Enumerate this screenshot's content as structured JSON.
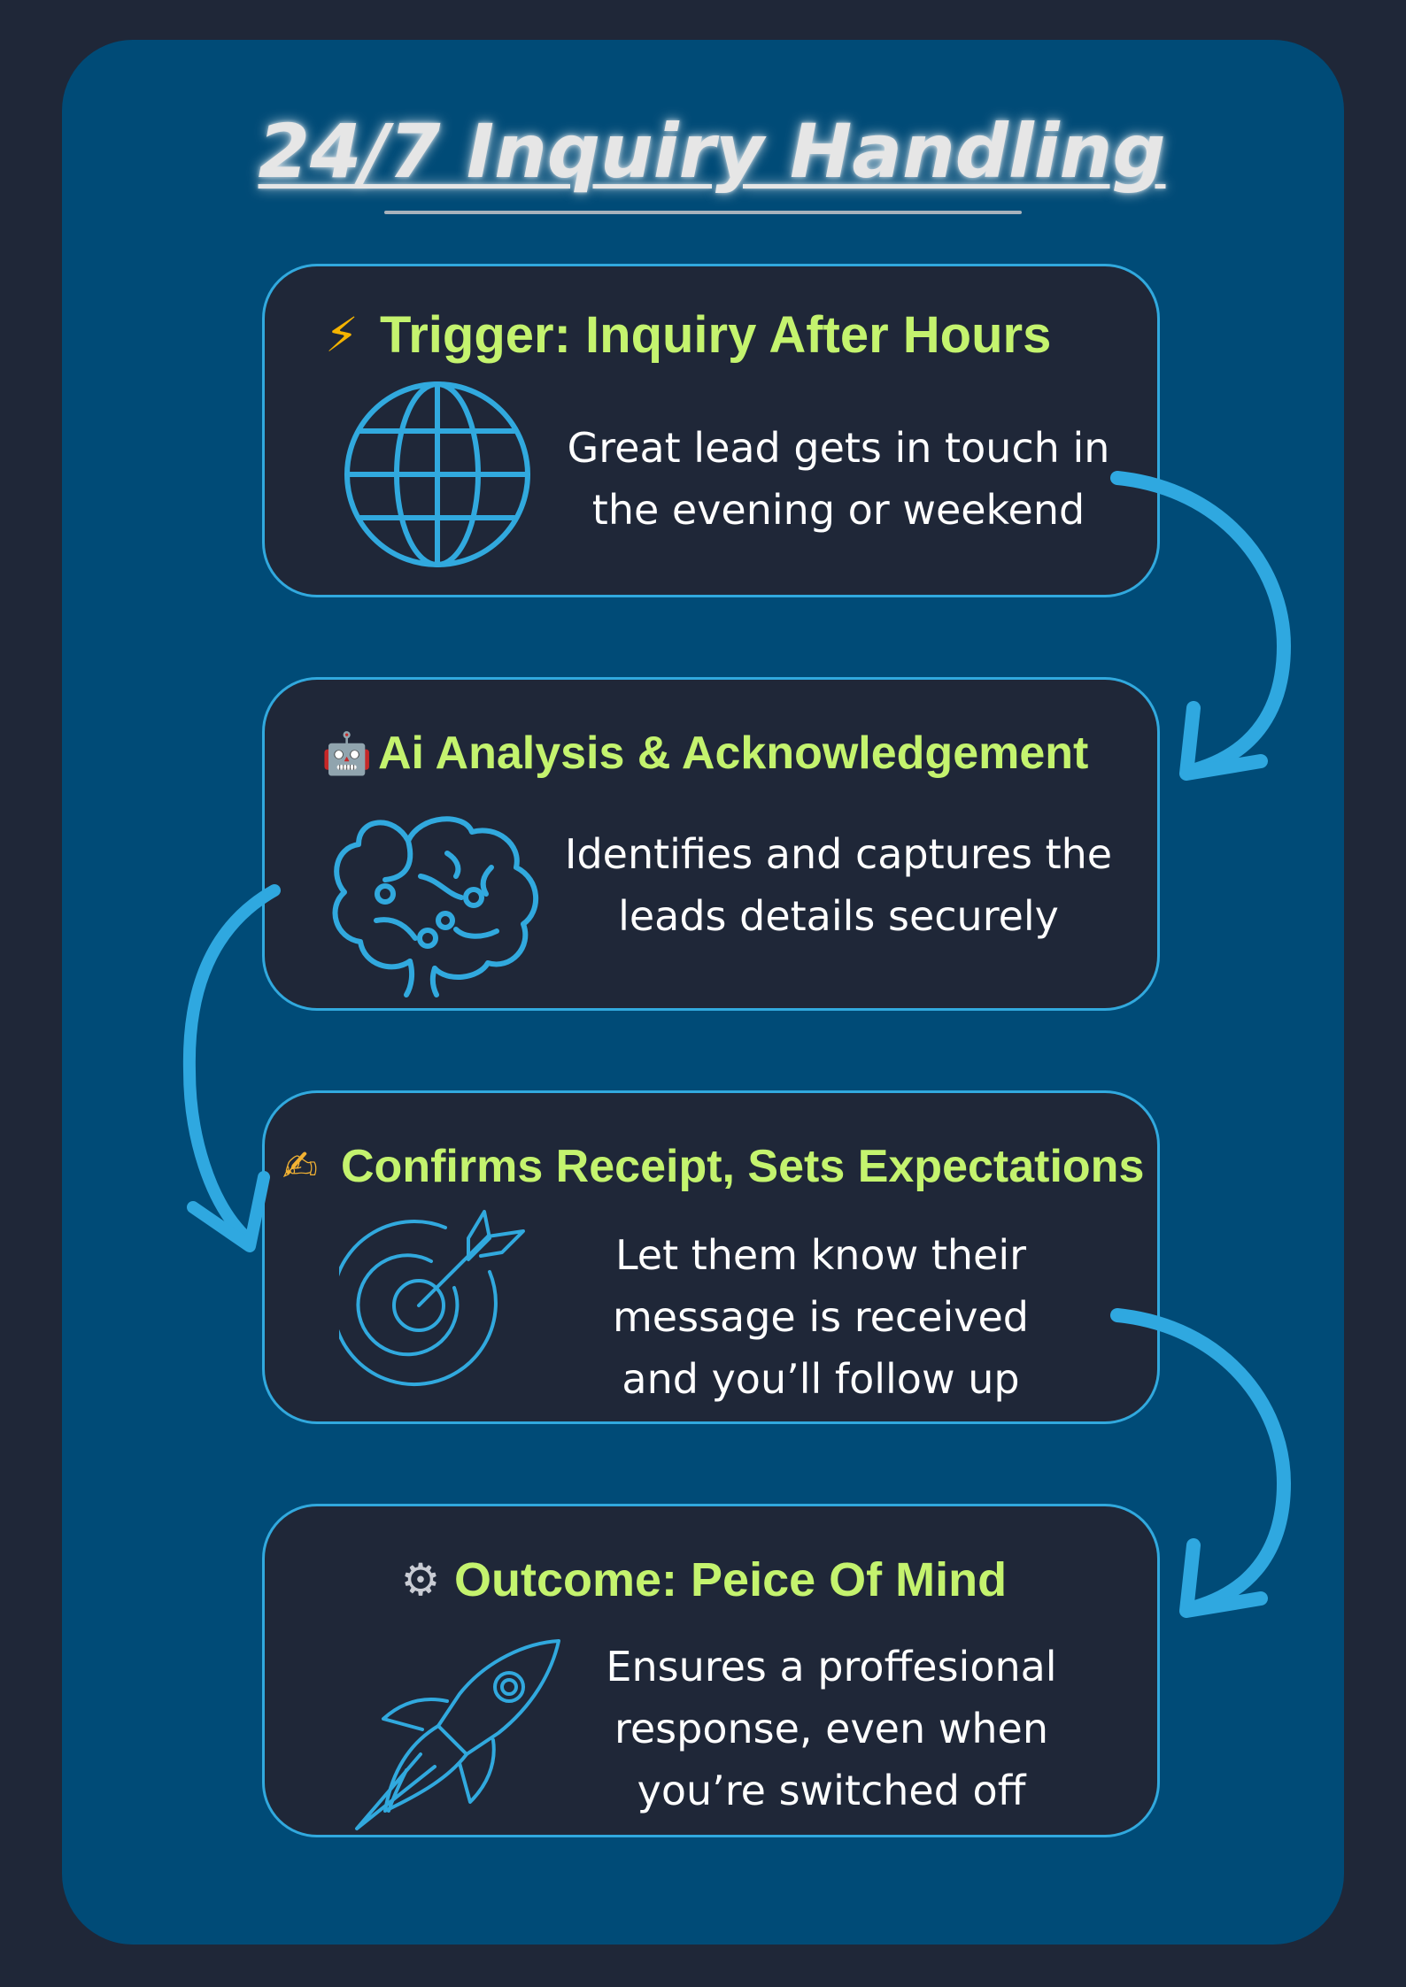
{
  "title": "24/7 Inquiry Handling",
  "colors": {
    "background": "#1f2738",
    "panel": "#004b77",
    "card_background": "#1f2738",
    "card_border": "#31a9de",
    "heading_green": "#c4f36e",
    "icon_blue": "#31a9de",
    "arrow_blue": "#2fa8e0",
    "body_text": "#ffffff",
    "title_text": "#e6e6e6"
  },
  "steps": [
    {
      "emoji": "⚡",
      "heading": "Trigger: Inquiry After Hours",
      "icon": "globe-icon",
      "lines": [
        "Great lead gets in touch in",
        "the evening or weekend"
      ]
    },
    {
      "emoji": "🤖",
      "heading": "Ai Analysis & Acknowledgement",
      "icon": "brain-icon",
      "lines": [
        "Identifies and captures the",
        "leads details securely"
      ]
    },
    {
      "emoji": "✍",
      "heading": "Confirms Receipt, Sets Expectations",
      "icon": "target-icon",
      "lines": [
        "Let them know their",
        "message is received",
        "and you’ll follow up"
      ]
    },
    {
      "emoji": "⚙",
      "heading": "Outcome: Peice Of Mind",
      "icon": "rocket-icon",
      "lines": [
        "Ensures a proffesional",
        "response, even when",
        "you’re switched off"
      ]
    }
  ]
}
